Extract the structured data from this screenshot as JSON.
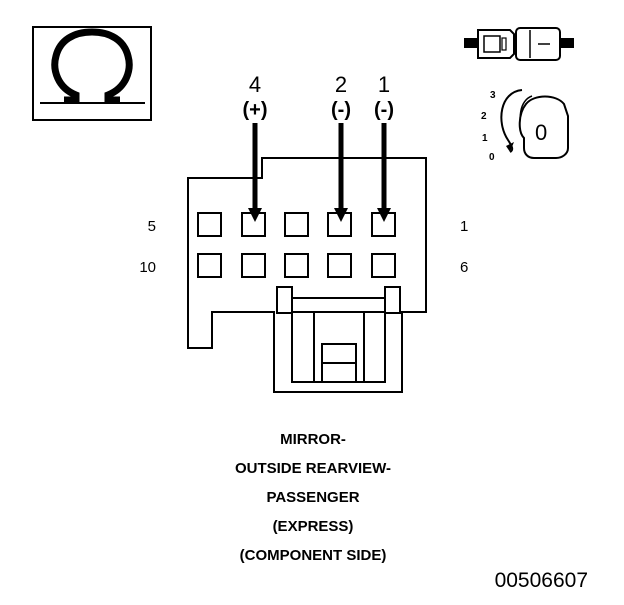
{
  "symbol": {
    "glyph": "Ω",
    "icon": "ohm-symbol-icon"
  },
  "key_icon": {
    "connector_icon": "connector-icon",
    "key_icon": "ignition-key-icon",
    "positions": [
      "3",
      "2",
      "1",
      "0"
    ],
    "key_label": "0"
  },
  "terminals": [
    {
      "pin": "4",
      "polarity": "(+)"
    },
    {
      "pin": "2",
      "polarity": "(-)"
    },
    {
      "pin": "1",
      "polarity": "(-)"
    }
  ],
  "row_labels": {
    "top_left": "5",
    "top_right": "1",
    "bottom_left": "10",
    "bottom_right": "6"
  },
  "caption": [
    "MIRROR-",
    "OUTSIDE REARVIEW-",
    "PASSENGER",
    "(EXPRESS)",
    "(COMPONENT SIDE)"
  ],
  "figure_number": "00506607"
}
